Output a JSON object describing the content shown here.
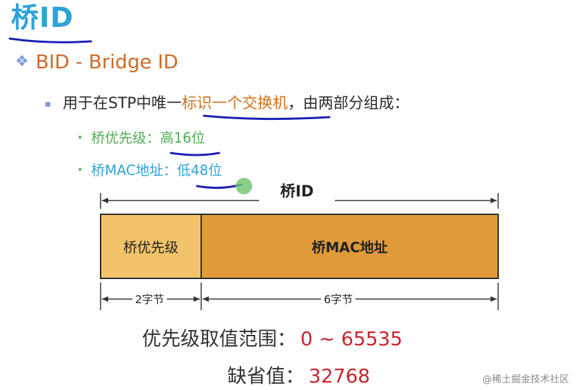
{
  "title": "桥ID",
  "heading": {
    "icon": "diamond-bullet-icon",
    "text": "BID - Bridge ID"
  },
  "sub_point": {
    "prefix": "用于在STP中唯一",
    "highlight": "标识一个交换机",
    "suffix": "，由两部分组成："
  },
  "bullets": [
    {
      "label": "桥优先级：",
      "value": "高16位"
    },
    {
      "label": "桥MAC地址：",
      "value": "低48位"
    }
  ],
  "diagram": {
    "total_label": "桥ID",
    "priority_box": "桥优先级",
    "mac_box": "桥MAC地址",
    "priority_bytes": "2字节",
    "mac_bytes": "6字节"
  },
  "range": {
    "label": "优先级取值范围：",
    "value": "0 ~ 65535"
  },
  "default": {
    "label": "缺省值：",
    "value": "32768"
  },
  "watermark": "@稀土掘金技术社区",
  "colors": {
    "title": "#2ea3d8",
    "heading": "#cc6a28",
    "priority_box": "#f2c36a",
    "mac_box": "#e19a3a",
    "value_red": "#c8242c",
    "annotation_ink": "#1a1fb5"
  }
}
